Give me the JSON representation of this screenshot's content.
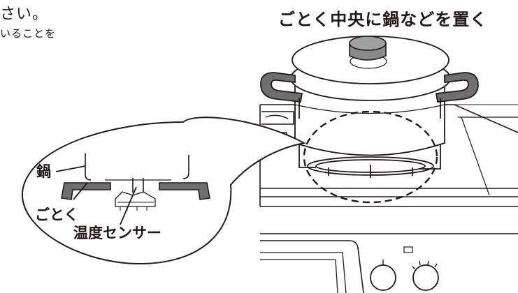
{
  "instruction": {
    "line1": "さい。",
    "line2": "いることを"
  },
  "figure": {
    "caption": "ごとく中央に鍋などを置く",
    "labels": {
      "pot": "鍋",
      "grate": "ごとく",
      "sensor": "温度センサー"
    }
  },
  "colors": {
    "line": "#231815",
    "handle": "#6f6f6f",
    "knob": "#8a8a8a",
    "fill": "#ffffff"
  }
}
